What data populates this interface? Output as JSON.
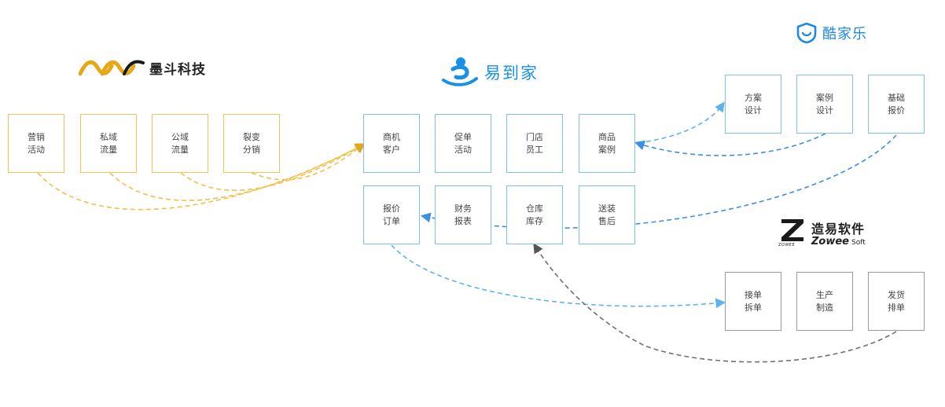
{
  "colors": {
    "gold": "#f1c55a",
    "blue_light": "#7ec0ee",
    "blue_dark": "#3d8fe0",
    "gray": "#6f6f6f",
    "gray_border": "#9a9a9a"
  },
  "logos": {
    "modou": {
      "text": "墨斗科技",
      "icon": "modou-wave-logo-icon"
    },
    "yidaojia": {
      "text": "易到家",
      "icon": "yidaojia-person-logo-icon"
    },
    "kujiale": {
      "text": "酷家乐",
      "icon": "kujiale-shield-smile-icon"
    },
    "zowee": {
      "text": "造易软件",
      "en": "Zowee",
      "soft": "Soft",
      "mark_sub": "ZOWEE",
      "icon": "zowee-z-logo-icon"
    }
  },
  "modou_boxes": [
    {
      "label": "营销\n活动"
    },
    {
      "label": "私域\n流量"
    },
    {
      "label": "公域\n流量"
    },
    {
      "label": "裂变\n分销"
    }
  ],
  "center_boxes_row1": [
    {
      "label": "商机\n客户"
    },
    {
      "label": "促单\n活动"
    },
    {
      "label": "门店\n员工"
    },
    {
      "label": "商品\n案例"
    }
  ],
  "center_boxes_row2": [
    {
      "label": "报价\n订单"
    },
    {
      "label": "财务\n报表"
    },
    {
      "label": "仓库\n库存"
    },
    {
      "label": "送装\n售后"
    }
  ],
  "kujiale_boxes": [
    {
      "label": "方案\n设计"
    },
    {
      "label": "案例\n设计"
    },
    {
      "label": "基础\n报价"
    }
  ],
  "zowee_boxes": [
    {
      "label": "接单\n拆单"
    },
    {
      "label": "生产\n制造"
    },
    {
      "label": "发货\n排单"
    }
  ]
}
